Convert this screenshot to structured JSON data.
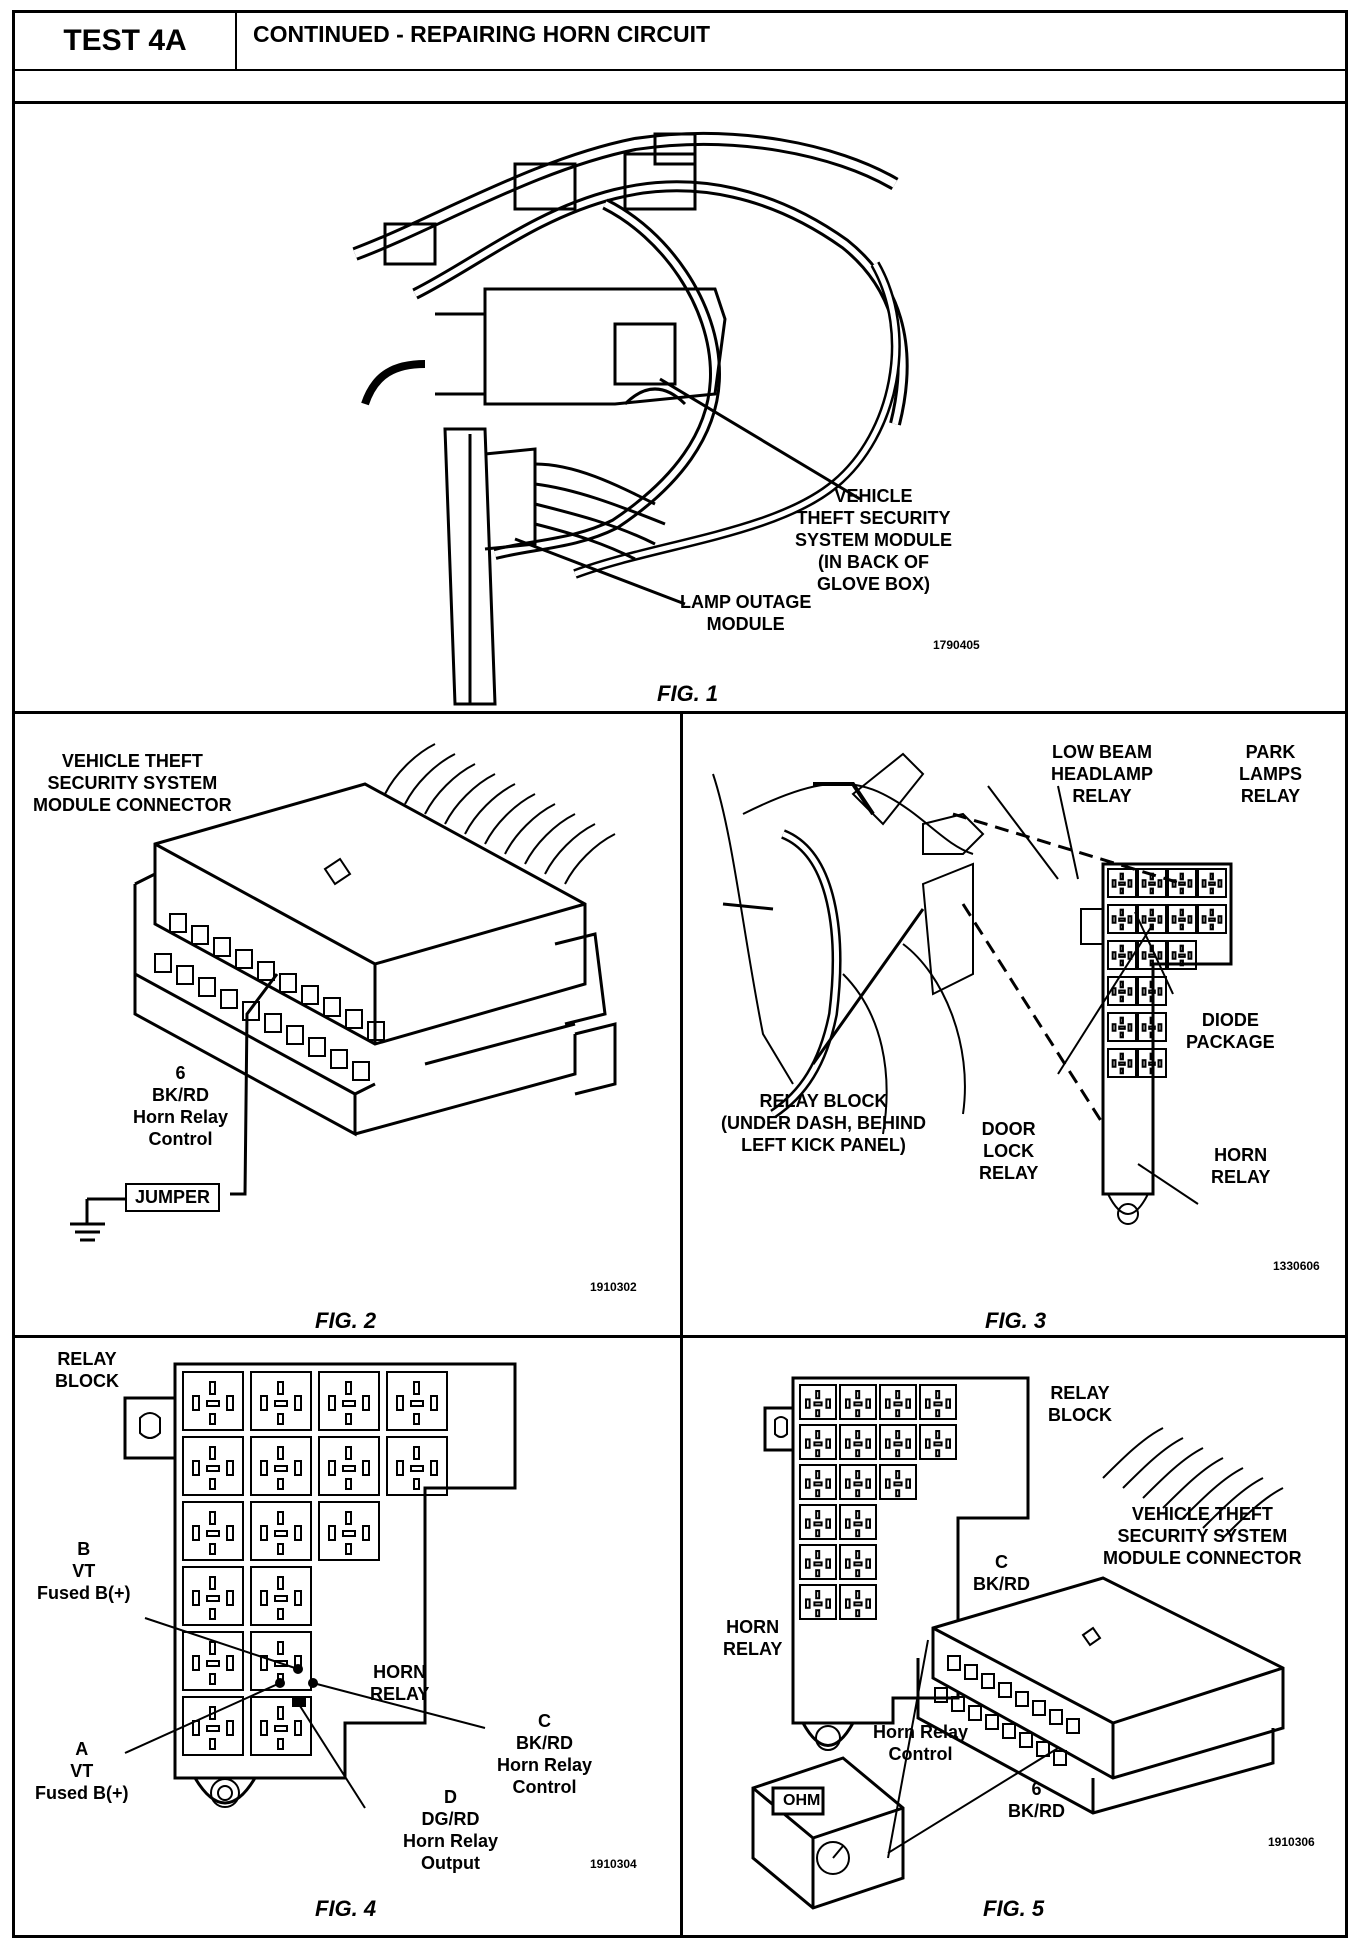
{
  "header": {
    "test_id": "TEST 4A",
    "title": "CONTINUED -  REPAIRING HORN CIRCUIT"
  },
  "fig1": {
    "caption": "FIG. 1",
    "vtss_module_label": "VEHICLE\nTHEFT SECURITY\nSYSTEM MODULE\n(IN BACK OF\nGLOVE BOX)",
    "lamp_outage_label": "LAMP OUTAGE\nMODULE",
    "drawing_number": "1790405"
  },
  "fig2": {
    "caption": "FIG. 2",
    "connector_label": "VEHICLE THEFT\nSECURITY SYSTEM\nMODULE CONNECTOR",
    "pin_label": "6\nBK/RD\nHorn Relay\nControl",
    "jumper_label": "JUMPER",
    "drawing_number": "1910302"
  },
  "fig3": {
    "caption": "FIG. 3",
    "low_beam_label": "LOW BEAM\nHEADLAMP\nRELAY",
    "park_lamps_label": "PARK\nLAMPS\nRELAY",
    "diode_label": "DIODE\nPACKAGE",
    "relay_block_label": "RELAY BLOCK\n(UNDER DASH, BEHIND\nLEFT KICK PANEL)",
    "door_lock_label": "DOOR\nLOCK\nRELAY",
    "horn_relay_label": "HORN\nRELAY",
    "drawing_number": "1330606"
  },
  "fig4": {
    "caption": "FIG. 4",
    "relay_block_label": "RELAY\nBLOCK",
    "pin_b_label": "B\nVT\nFused B(+)",
    "pin_a_label": "A\nVT\nFused B(+)",
    "horn_relay_label": "HORN\nRELAY",
    "pin_c_label": "C\nBK/RD\nHorn Relay\nControl",
    "pin_d_label": "D\nDG/RD\nHorn Relay\nOutput",
    "drawing_number": "1910304"
  },
  "fig5": {
    "caption": "FIG. 5",
    "relay_block_label": "RELAY\nBLOCK",
    "connector_label": "VEHICLE THEFT\nSECURITY SYSTEM\nMODULE CONNECTOR",
    "horn_relay_label": "HORN\nRELAY",
    "pin_c_label": "C\nBK/RD",
    "horn_relay_control_label": "Horn Relay\nControl",
    "pin6_label": "6\nBK/RD",
    "meter_display": "OHM",
    "drawing_number": "1910306"
  }
}
